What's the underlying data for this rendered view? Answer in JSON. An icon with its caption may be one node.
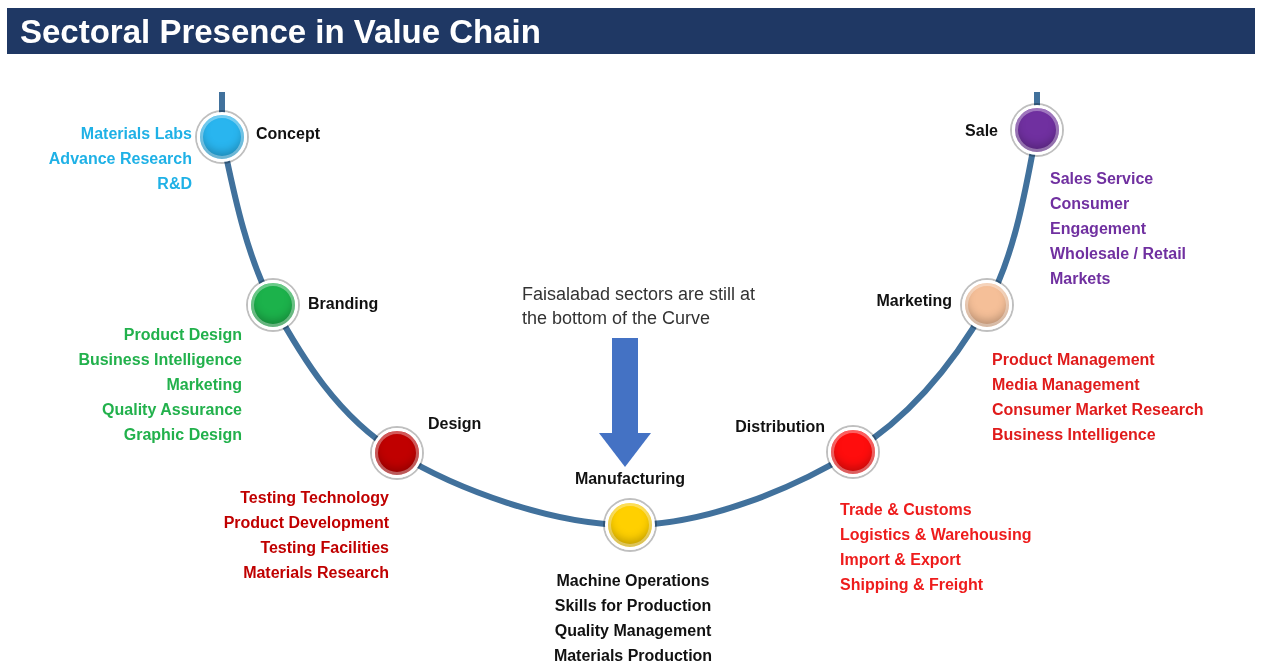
{
  "diagram": {
    "title": "Sectoral Presence in Value Chain",
    "nodes": [
      {
        "text": [
          "Concept"
        ],
        "beside": [
          "Materials Labs",
          "Advance Research",
          "R&D"
        ]
      },
      {
        "text": [
          "Branding"
        ],
        "beside": [
          "Product Design",
          "Business Intelligence",
          "Marketing",
          "Quality Assurance",
          "Graphic Design"
        ]
      },
      {
        "text": [
          "Design"
        ],
        "beside": [
          "Testing Technology",
          "Product Development",
          "Testing Facilities",
          "Materials Research"
        ]
      },
      {
        "text": [
          "Manufacturing"
        ],
        "beside": [
          "Machine Operations",
          "Skills for Production",
          "Quality Management",
          "Materials Production"
        ]
      },
      {
        "text": [
          "Distribution"
        ],
        "beside": [
          "Trade & Customs",
          "Logistics & Warehousing",
          "Import & Export",
          "Shipping & Freight"
        ]
      },
      {
        "text": [
          "Marketing"
        ],
        "beside": [
          "Product Management",
          "Media Management",
          "Consumer Market Research",
          "Business Intelligence"
        ]
      },
      {
        "text": [
          "Sale"
        ],
        "beside": [
          "Sales Service",
          "Consumer",
          "Engagement",
          "Wholesale / Retail",
          "Markets"
        ]
      },
      {
        "text": [
          "Faisalabad sectors are still at the bottom of the Curve"
        ]
      }
    ],
    "edges": [
      {
        "from": 7,
        "to": 3,
        "arrow": "to",
        "color": "#4472c4"
      }
    ]
  }
}
